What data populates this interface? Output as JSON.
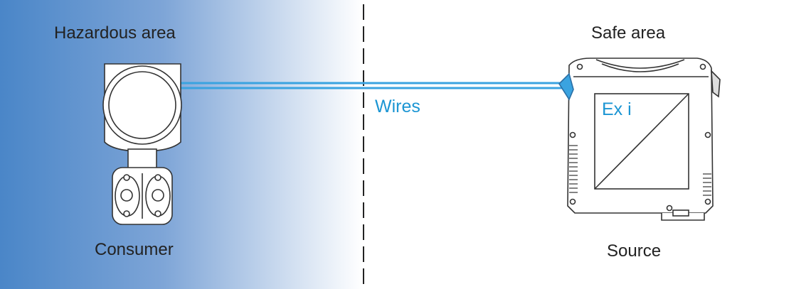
{
  "labels": {
    "hazardous_area": "Hazardous area",
    "safe_area": "Safe area",
    "wires": "Wires",
    "consumer": "Consumer",
    "source": "Source",
    "ex_i": "Ex i"
  },
  "colors": {
    "hazard_gradient_start": "#4a86c8",
    "hazard_gradient_end": "#ffffff",
    "wire": "#3aa3e0",
    "label_accent": "#1b95d3",
    "outline": "#333333"
  },
  "icons": {
    "consumer": "transmitter-device-icon",
    "source": "isolator-module-icon"
  }
}
